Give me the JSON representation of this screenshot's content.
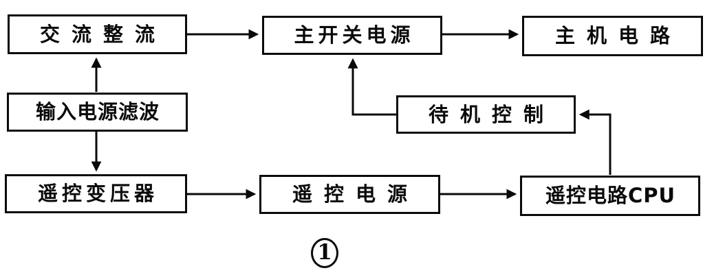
{
  "figure": {
    "type": "block-diagram",
    "caption_number": "1",
    "colors": {
      "background": "#ffffff",
      "line": "#0a0a0a",
      "text": "#0a0a0a"
    }
  },
  "blocks": [
    {
      "id": "ac-rectifier",
      "label": "交流整流"
    },
    {
      "id": "main-switching-power",
      "label": "主开关电源"
    },
    {
      "id": "main-circuit",
      "label": "主机电路"
    },
    {
      "id": "input-power-filter",
      "label": "输入电源滤波"
    },
    {
      "id": "standby-control",
      "label": "待机控制"
    },
    {
      "id": "remote-transformer",
      "label": "遥控变压器"
    },
    {
      "id": "remote-power",
      "label": "遥控电源"
    },
    {
      "id": "remote-circuit-cpu",
      "label": "遥控电路CPU"
    }
  ],
  "connections": [
    {
      "from": "交流整流",
      "to": "主开关电源"
    },
    {
      "from": "主开关电源",
      "to": "主机电路"
    },
    {
      "from": "输入电源滤波",
      "to": "交流整流"
    },
    {
      "from": "输入电源滤波",
      "to": "遥控变压器"
    },
    {
      "from": "待机控制",
      "to": "主开关电源"
    },
    {
      "from": "遥控电路CPU",
      "to": "待机控制"
    },
    {
      "from": "遥控变压器",
      "to": "遥控电源"
    },
    {
      "from": "遥控电源",
      "to": "遥控电路CPU"
    }
  ]
}
